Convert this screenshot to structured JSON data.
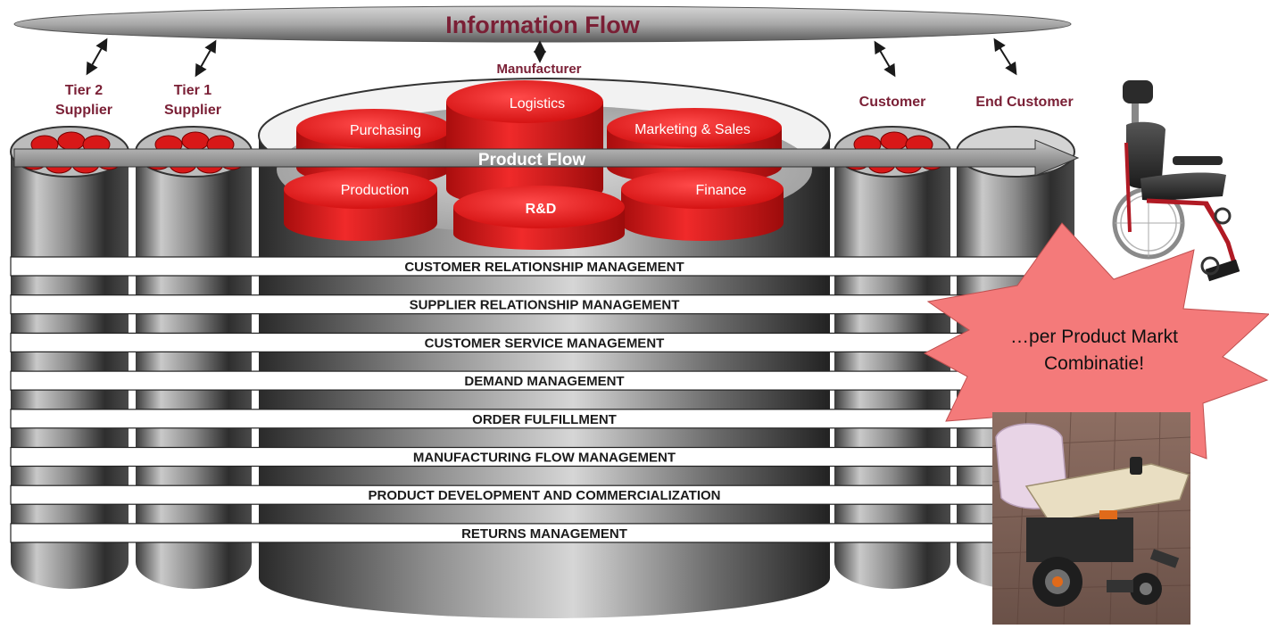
{
  "information_flow": "Information Flow",
  "product_flow": "Product Flow",
  "parties": {
    "tier2": [
      "Tier 2",
      "Supplier"
    ],
    "tier1": [
      "Tier 1",
      "Supplier"
    ],
    "manufacturer": "Manufacturer",
    "customer": "Customer",
    "end_customer": "End Customer"
  },
  "functions": {
    "purchasing": "Purchasing",
    "logistics": "Logistics",
    "marketing": "Marketing & Sales",
    "production": "Production",
    "rd": "R&D",
    "finance": "Finance"
  },
  "processes": [
    "CUSTOMER RELATIONSHIP MANAGEMENT",
    "SUPPLIER RELATIONSHIP MANAGEMENT",
    "CUSTOMER SERVICE MANAGEMENT",
    "DEMAND MANAGEMENT",
    "ORDER FULFILLMENT",
    "MANUFACTURING FLOW MANAGEMENT",
    "PRODUCT DEVELOPMENT AND COMMERCIALIZATION",
    "RETURNS MANAGEMENT"
  ],
  "callout": [
    "…per Product Markt",
    "Combinatie!"
  ],
  "colors": {
    "accent_red": "#d81818",
    "title_maroon": "#7a1f35",
    "callout_pink": "#f47a7a"
  }
}
